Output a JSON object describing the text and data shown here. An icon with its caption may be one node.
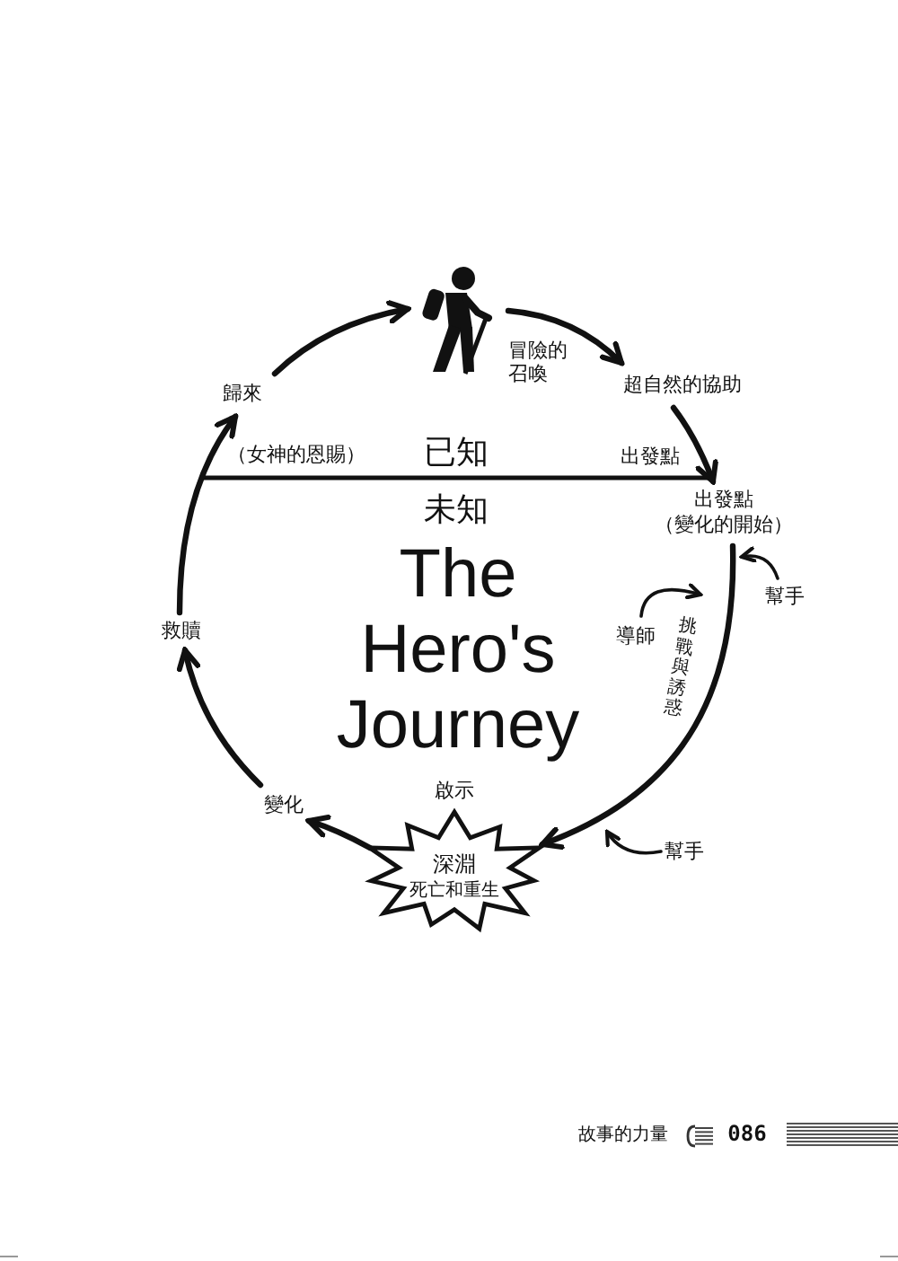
{
  "diagram": {
    "title": "The Hero's Journey",
    "nodes": [
      {
        "text": [],
        "shape": "person"
      },
      {
        "text": [
          "超自然的協助"
        ]
      },
      {
        "text": [
          "出發點",
          "（變化的開始）"
        ]
      },
      {
        "text": [
          "深淵",
          "死亡和重生"
        ],
        "beside": [
          "啟示"
        ]
      },
      {
        "text": [
          "變化"
        ]
      },
      {
        "text": [
          "救贖"
        ]
      },
      {
        "text": [
          "歸來"
        ]
      },
      {
        "text": [
          "導師"
        ]
      },
      {
        "text": [
          "幫手"
        ]
      },
      {
        "text": [
          "幫手"
        ]
      }
    ],
    "edges": [
      {
        "from": 0,
        "to": 1,
        "arrow": "to",
        "label": "冒險的召喚"
      },
      {
        "from": 1,
        "to": 2,
        "arrow": "to"
      },
      {
        "from": 2,
        "to": 3,
        "arrow": "to",
        "label": "挑戰與誘惑"
      },
      {
        "from": 3,
        "to": 4,
        "arrow": "to"
      },
      {
        "from": 4,
        "to": 5,
        "arrow": "to"
      },
      {
        "from": 5,
        "to": 6,
        "arrow": "to"
      },
      {
        "from": 6,
        "to": 0,
        "arrow": "to"
      },
      {
        "from": 7,
        "to": null,
        "arrow": "to"
      },
      {
        "from": 8,
        "to": null,
        "arrow": "to"
      },
      {
        "from": 9,
        "to": null,
        "arrow": "to"
      }
    ],
    "labels": [
      "（女神的恩賜）",
      "已知",
      "出發點",
      "未知",
      "故事的力量",
      "086"
    ]
  }
}
